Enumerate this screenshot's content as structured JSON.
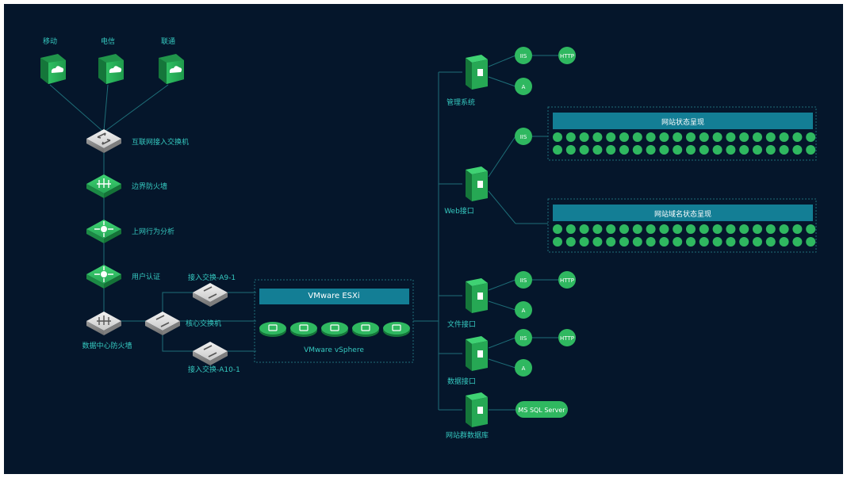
{
  "carriers": [
    "移动",
    "电信",
    "联通"
  ],
  "left_chain": {
    "internet_switch": "互联网接入交换机",
    "border_firewall": "边界防火墙",
    "behavior_analysis": "上网行为分析",
    "user_auth": "用户认证",
    "dc_firewall": "数据中心防火墙",
    "core_switch": "核心交换机",
    "access_a9": "接入交换-A9-1",
    "access_a10": "接入交换-A10-1"
  },
  "vmware": {
    "esxi_title": "VMware ESXi",
    "vsphere_label": "VMware vSphere",
    "host_count": 5
  },
  "servers": {
    "mgmt": "管理系统",
    "web": "Web接口",
    "file": "文件接口",
    "data": "数据接口",
    "db": "网站群数据库"
  },
  "nodes": {
    "iis": "IIS",
    "http": "HTTP",
    "a": "A",
    "mssql": "MS SQL Server"
  },
  "panels": {
    "site_status": {
      "title": "网站状态呈现",
      "rows": 2,
      "dots_per_row": 20
    },
    "domain_status": {
      "title": "网站域名状态呈现",
      "rows": 2,
      "dots_per_row": 20
    }
  },
  "colors": {
    "background": "#05162b",
    "line": "#1e6e78",
    "accent_green": "#2fb860",
    "banner_teal": "#137e95",
    "label_teal": "#35c9c0"
  }
}
